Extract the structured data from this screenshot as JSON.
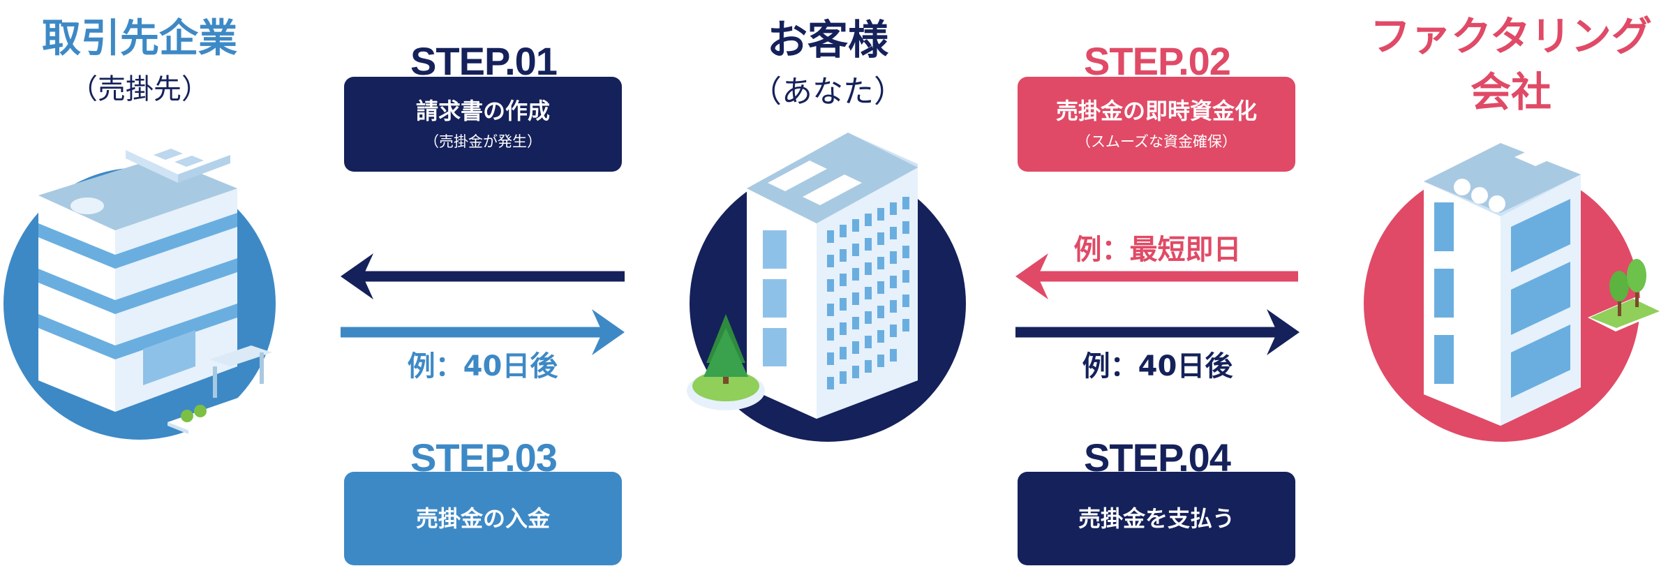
{
  "parties": {
    "supplier": {
      "title": "取引先企業",
      "subtitle": "（売掛先）"
    },
    "customer": {
      "title": "お客様",
      "subtitle": "（あなた）"
    },
    "factoring": {
      "title_line1": "ファクタリング",
      "title_line2": "会社"
    }
  },
  "steps": {
    "step1": {
      "label": "STEP.01",
      "title": "請求書の作成",
      "subtitle": "（売掛金が発生）"
    },
    "step2": {
      "label": "STEP.02",
      "title": "売掛金の即時資金化",
      "subtitle": "（スムーズな資金確保）"
    },
    "step3": {
      "label": "STEP.03",
      "title": "売掛金の入金"
    },
    "step4": {
      "label": "STEP.04",
      "title": "売掛金を支払う"
    }
  },
  "flows": {
    "left_bottom": "例：40日後",
    "right_top": "例：最短即日",
    "right_bottom": "例：40日後"
  },
  "colors": {
    "navy": "#15215a",
    "blue": "#3d89c6",
    "pink": "#e04a66"
  }
}
